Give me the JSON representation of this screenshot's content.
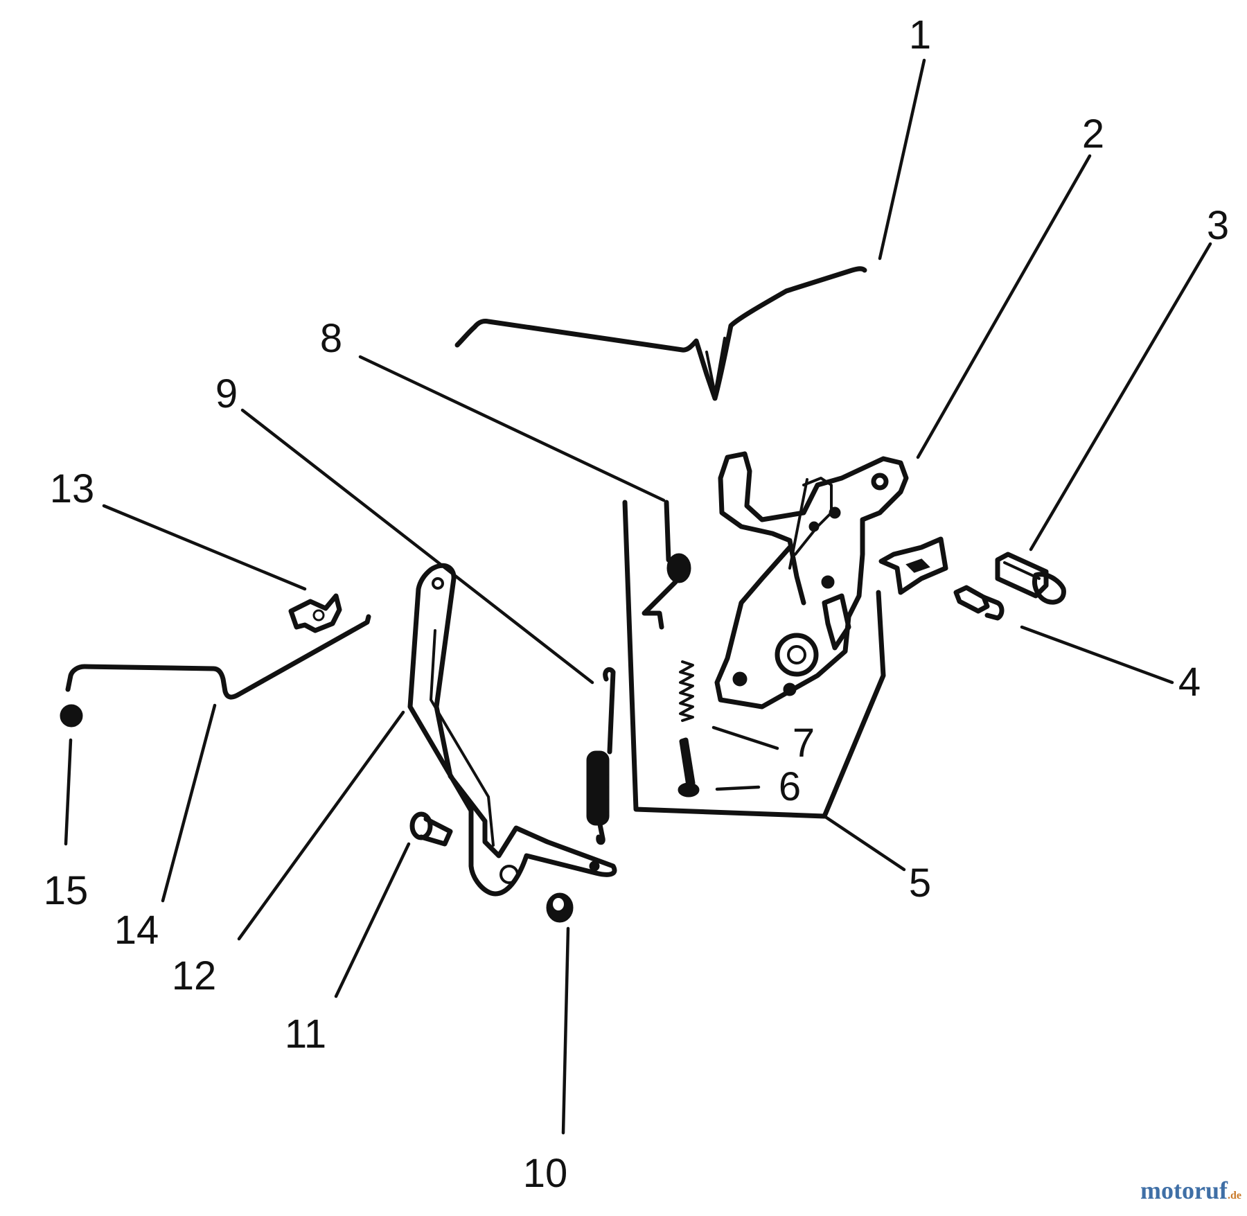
{
  "callouts": [
    {
      "id": "1",
      "label": "1"
    },
    {
      "id": "2",
      "label": "2"
    },
    {
      "id": "3",
      "label": "3"
    },
    {
      "id": "4",
      "label": "4"
    },
    {
      "id": "5",
      "label": "5"
    },
    {
      "id": "6",
      "label": "6"
    },
    {
      "id": "7",
      "label": "7"
    },
    {
      "id": "8",
      "label": "8"
    },
    {
      "id": "9",
      "label": "9"
    },
    {
      "id": "10",
      "label": "10"
    },
    {
      "id": "11",
      "label": "11"
    },
    {
      "id": "12",
      "label": "12"
    },
    {
      "id": "13",
      "label": "13"
    },
    {
      "id": "14",
      "label": "14"
    },
    {
      "id": "15",
      "label": "15"
    }
  ],
  "watermark": {
    "main": "motoruf",
    "suffix": ".de"
  }
}
